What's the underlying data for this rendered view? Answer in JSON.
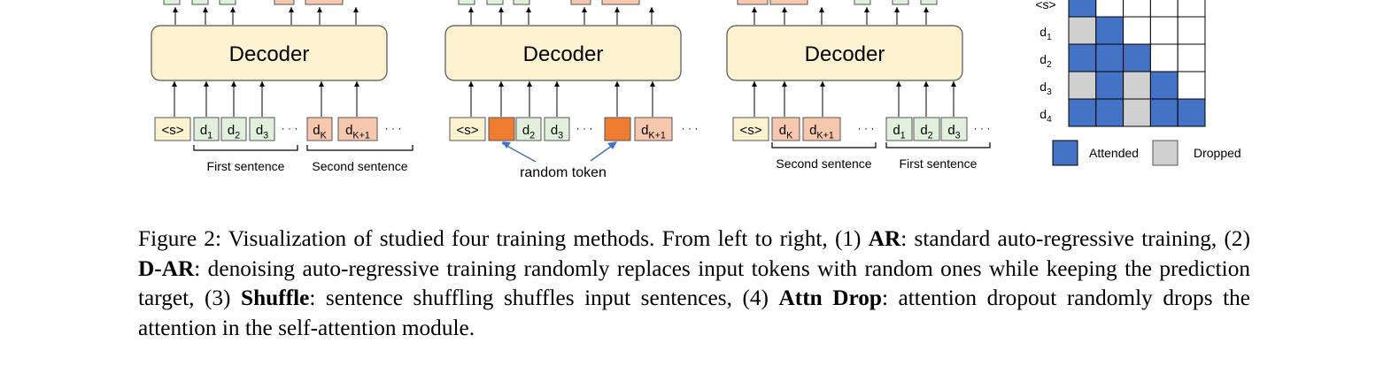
{
  "panels": [
    {
      "decoder_label": "Decoder",
      "inputs": [
        {
          "t": "<s>",
          "type": "start"
        },
        {
          "t": "d",
          "sub": "1",
          "type": "g"
        },
        {
          "t": "d",
          "sub": "2",
          "type": "g"
        },
        {
          "t": "d",
          "sub": "3",
          "type": "g"
        },
        {
          "t": "· · ·",
          "type": "dots"
        },
        {
          "t": "d",
          "sub": "K",
          "type": "o"
        },
        {
          "t": "d",
          "sub": "K+1",
          "type": "o"
        },
        {
          "t": "· · ·",
          "type": "dots"
        }
      ],
      "brace_labels": [
        "First sentence",
        "Second sentence"
      ]
    },
    {
      "decoder_label": "Decoder",
      "inputs": [
        {
          "t": "<s>",
          "type": "start"
        },
        {
          "t": "",
          "type": "rand"
        },
        {
          "t": "d",
          "sub": "2",
          "type": "g"
        },
        {
          "t": "d",
          "sub": "3",
          "type": "g"
        },
        {
          "t": "· · ·",
          "type": "dots"
        },
        {
          "t": "",
          "type": "rand"
        },
        {
          "t": "d",
          "sub": "K+1",
          "type": "o"
        },
        {
          "t": "· · ·",
          "type": "dots"
        }
      ],
      "note": "random token"
    },
    {
      "decoder_label": "Decoder",
      "inputs": [
        {
          "t": "<s>",
          "type": "start"
        },
        {
          "t": "d",
          "sub": "K",
          "type": "o"
        },
        {
          "t": "d",
          "sub": "K+1",
          "type": "o"
        },
        {
          "t": "· · ·",
          "type": "dots"
        },
        {
          "t": "d",
          "sub": "1",
          "type": "g"
        },
        {
          "t": "d",
          "sub": "2",
          "type": "g"
        },
        {
          "t": "d",
          "sub": "3",
          "type": "g"
        },
        {
          "t": "· · ·",
          "type": "dots"
        }
      ],
      "brace_labels": [
        "Second sentence",
        "First sentence"
      ]
    }
  ],
  "attention_matrix": {
    "row_labels": [
      {
        "t": "<s>"
      },
      {
        "t": "d",
        "sub": "1"
      },
      {
        "t": "d",
        "sub": "2"
      },
      {
        "t": "d",
        "sub": "3"
      },
      {
        "t": "d",
        "sub": "4"
      }
    ],
    "cells": [
      [
        "A",
        "",
        "",
        "",
        ""
      ],
      [
        "D",
        "A",
        "",
        "",
        ""
      ],
      [
        "A",
        "A",
        "A",
        "",
        ""
      ],
      [
        "D",
        "A",
        "D",
        "A",
        ""
      ],
      [
        "A",
        "A",
        "D",
        "A",
        "A"
      ]
    ],
    "legend": [
      "Attended",
      "Dropped"
    ]
  },
  "colors": {
    "decoder_fill": "#fdf2d0",
    "start_fill": "#fdf2d0",
    "green_fill": "#e1f0da",
    "orange_fill": "#f7c8ad",
    "random_fill": "#ee7d31",
    "attended": "#4472c4",
    "dropped": "#d0d0d0",
    "arrow_blue": "#4472c4"
  },
  "caption": {
    "figure": "Figure 2:",
    "s1": " Visualization of studied four training methods.  From left to right, (1) ",
    "b1": "AR",
    "s2": ": standard auto-regressive training, (2) ",
    "b2": "D-AR",
    "s3": ": denoising auto-regressive training randomly replaces input tokens with random ones while keeping the prediction target, (3) ",
    "b3": "Shuffle",
    "s4": ": sentence shuffling shuffles input sentences, (4) ",
    "b4": "Attn Drop",
    "s5": ": attention dropout randomly drops the attention in the self-attention module."
  }
}
